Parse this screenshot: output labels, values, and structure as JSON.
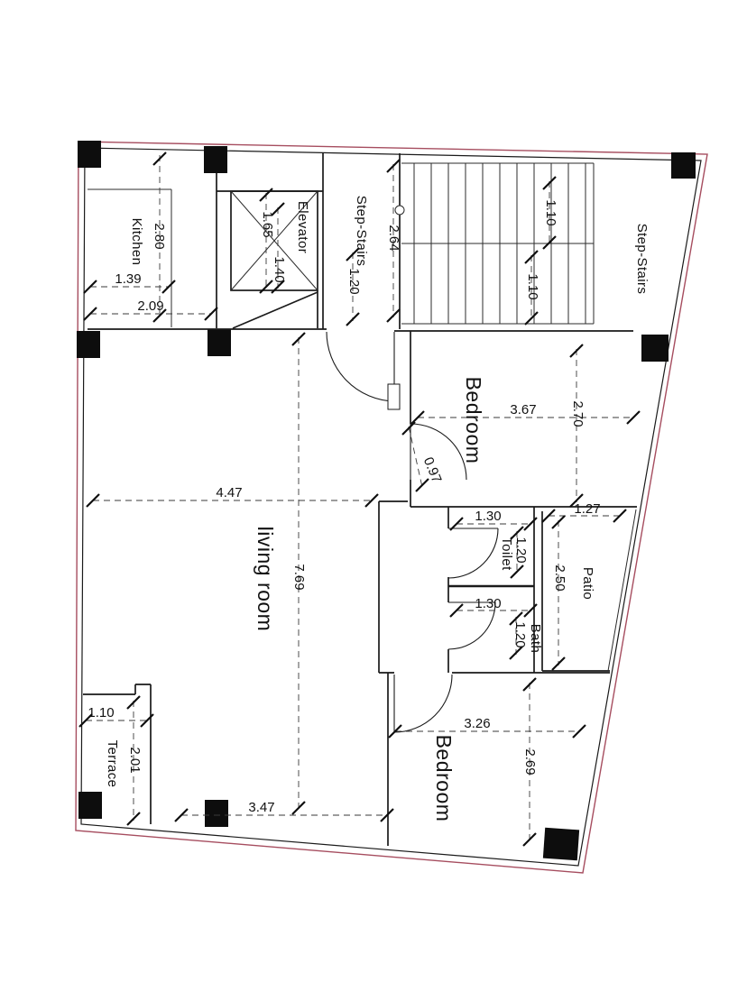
{
  "drawing": {
    "rooms": {
      "kitchen": "Kitchen",
      "elevator": "Elevator",
      "step_stairs_left": "Step-Stairs",
      "step_stairs_right": "Step-Stairs",
      "bedroom_top": "Bedroom",
      "living_room": "living room",
      "toilet": "Toilet",
      "bath": "Bath",
      "patio": "Patio",
      "terrace": "Terrace",
      "bedroom_bottom": "Bedroom"
    },
    "dims": {
      "kitchen_height": "2.80",
      "kitchen_inner_width": "1.39",
      "kitchen_width": "2.09",
      "elevator_height": "1.65",
      "elevator_inner": "1.40",
      "stairs_left_width": "1.20",
      "stairs_depth": "2.64",
      "flight_top": "1.10",
      "flight_bottom": "1.10",
      "bedroom_top_width": "3.67",
      "bedroom_top_height": "2.70",
      "door_width": "0.97",
      "living_width": "4.47",
      "living_height": "7.69",
      "toilet_width": "1.30",
      "toilet_height": "1.20",
      "patio_width": "1.27",
      "patio_height": "2.50",
      "bath_width": "1.30",
      "bath_height": "1.20",
      "bedroom_bottom_width": "3.26",
      "bedroom_bottom_height": "2.69",
      "terrace_width": "1.10",
      "terrace_height": "2.01",
      "bottom_width": "3.47"
    },
    "colors": {
      "boundary": "#a64d5f",
      "wall": "#1a1a1a",
      "column": "#0d0d0d"
    }
  }
}
